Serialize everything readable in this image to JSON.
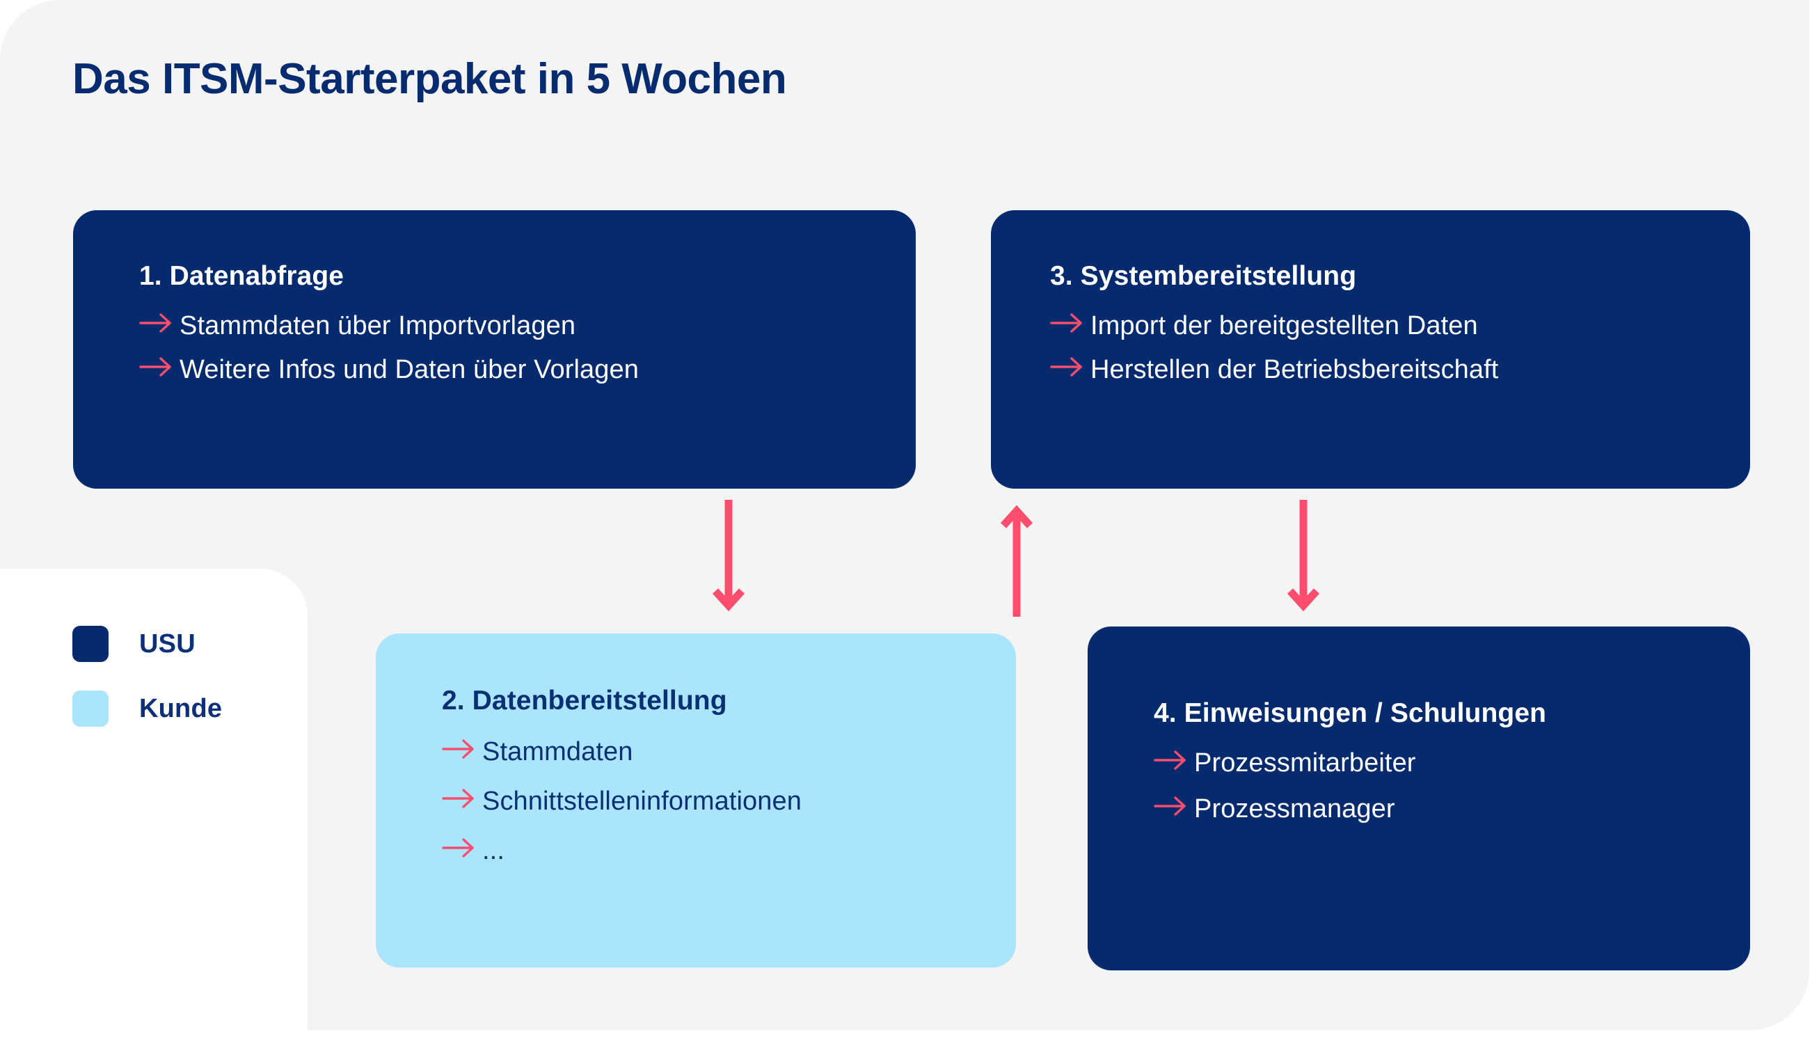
{
  "title": "Das ITSM-Starterpaket in 5 Wochen",
  "colors": {
    "background": "#ffffff",
    "panel": "#f4f4f4",
    "usu_blue": "#052a6d",
    "kunde_blue": "#abe5fd",
    "accent_pink": "#fb4d6e",
    "title_text": "#062b6e"
  },
  "cards": [
    {
      "id": "card-1",
      "owner": "USU",
      "title": "1. Datenabfrage",
      "bullets": [
        "Stammdaten über Importvorlagen",
        "Weitere Infos und Daten über Vorlagen"
      ]
    },
    {
      "id": "card-2",
      "owner": "Kunde",
      "title": "2. Datenbereitstellung",
      "bullets": [
        "Stammdaten",
        "Schnittstelleninformationen",
        "..."
      ]
    },
    {
      "id": "card-3",
      "owner": "USU",
      "title": "3. Systembereitstellung",
      "bullets": [
        "Import der bereitgestellten Daten",
        "Herstellen der Betriebsbereitschaft"
      ]
    },
    {
      "id": "card-4",
      "owner": "USU",
      "title": "4. Einweisungen / Schulungen",
      "bullets": [
        "Prozessmitarbeiter",
        "Prozessmanager"
      ]
    }
  ],
  "connectors": [
    {
      "id": "connector-1-to-2",
      "from": "card-1",
      "to": "card-2",
      "direction": "down",
      "icon": "arrow-down-icon"
    },
    {
      "id": "connector-2-to-3",
      "from": "card-2",
      "to": "card-3",
      "direction": "up",
      "icon": "arrow-up-icon"
    },
    {
      "id": "connector-3-to-4",
      "from": "card-3",
      "to": "card-4",
      "direction": "down",
      "icon": "arrow-down-icon"
    }
  ],
  "legend": {
    "items": [
      {
        "label": "USU",
        "color": "#052a6d",
        "swatch": "usu"
      },
      {
        "label": "Kunde",
        "color": "#abe5fd",
        "swatch": "kunde"
      }
    ]
  },
  "bullet_icon": "arrow-right-icon"
}
